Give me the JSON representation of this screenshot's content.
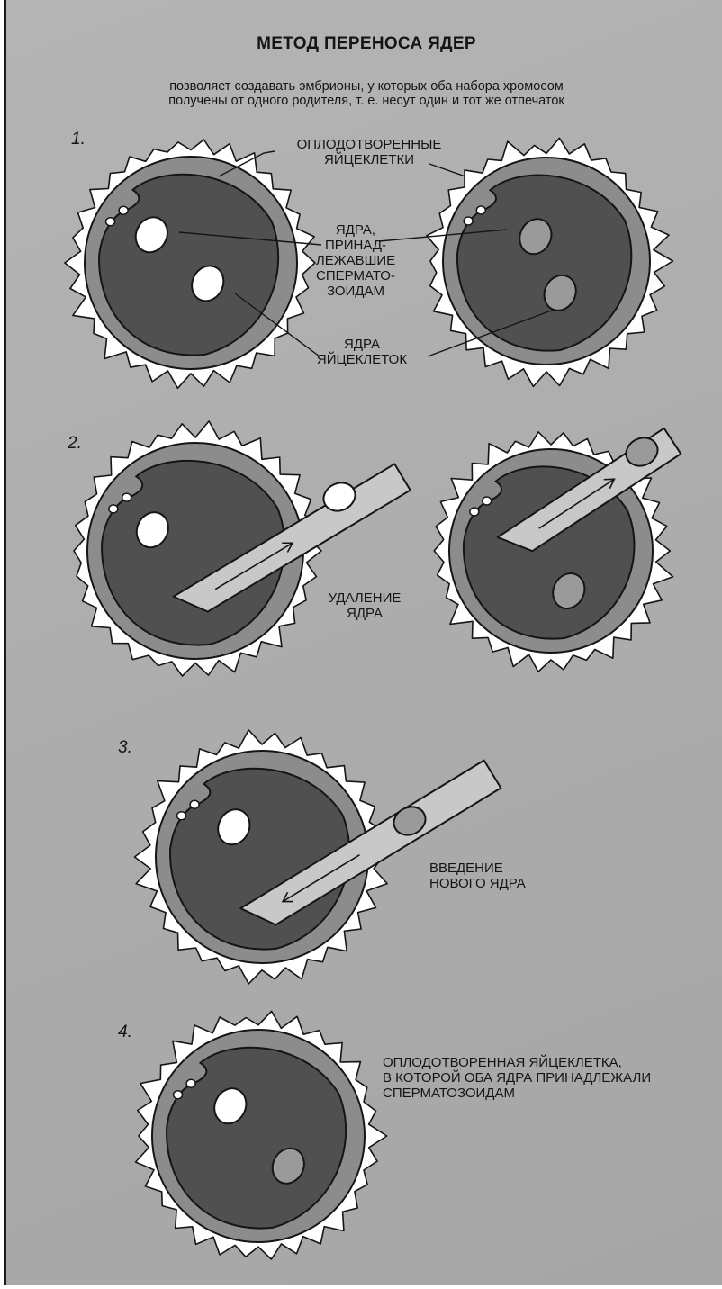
{
  "title": "МЕТОД ПЕРЕНОСА ЯДЕР",
  "subtitle": "позволяет создавать эмбрионы, у которых оба набора хромосом\nполучены от одного родителя, т. е. несут один и тот же отпечаток",
  "steps": [
    {
      "number": "1."
    },
    {
      "number": "2."
    },
    {
      "number": "3."
    },
    {
      "number": "4."
    }
  ],
  "labels": {
    "fertilized_eggs": "ОПЛОДОТВОРЕННЫЕ\nЯЙЦЕКЛЕТКИ",
    "sperm_nuclei": "ЯДРА,\nПРИНАД-\nЛЕЖАВШИЕ\nСПЕРМАТО-\nЗОИДАМ",
    "egg_nuclei": "ЯДРА\nЯЙЦЕКЛЕТОК",
    "removal": "УДАЛЕНИЕ\nЯДРА",
    "insertion": "ВВЕДЕНИЕ\nНОВОГО ЯДРА",
    "result": "ОПЛОДОТВОРЕННАЯ ЯЙЦЕКЛЕТКА,\nВ КОТОРОЙ ОБА ЯДРА ПРИНАДЛЕЖАЛИ\nСПЕРМАТОЗОИДАМ"
  },
  "colors": {
    "background": "#adadad",
    "cell_body": "#505050",
    "cell_ring": "#8c8c8c",
    "halo": "#ffffff",
    "nucleus_light": "#ffffff",
    "nucleus_gray": "#9a9a9a",
    "pipette": "#c8c8c8",
    "line": "#151515"
  }
}
